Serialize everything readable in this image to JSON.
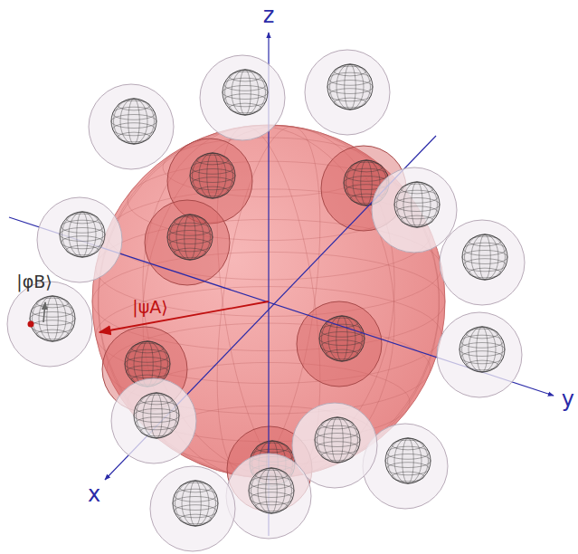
{
  "diagram": {
    "labels": [
      "z",
      "y",
      "x",
      "|ψA⟩",
      "|φB⟩"
    ]
  }
}
